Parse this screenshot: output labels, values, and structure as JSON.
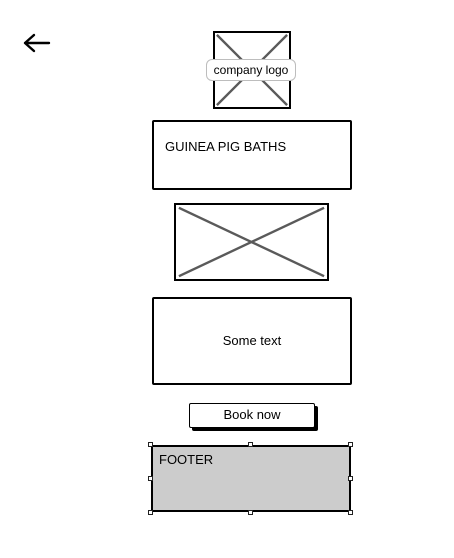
{
  "nav": {
    "back_icon": "arrow-left-icon"
  },
  "logo": {
    "label": "company logo"
  },
  "title_box": {
    "text": "GUINEA PIG BATHS"
  },
  "hero": {
    "icon": "image-placeholder-icon"
  },
  "text_box": {
    "text": "Some text"
  },
  "cta": {
    "label": "Book now"
  },
  "footer": {
    "label": "FOOTER"
  },
  "colors": {
    "stroke": "#000000",
    "placeholder_cross": "#5a5a5a",
    "footer_fill": "#cccccc"
  }
}
